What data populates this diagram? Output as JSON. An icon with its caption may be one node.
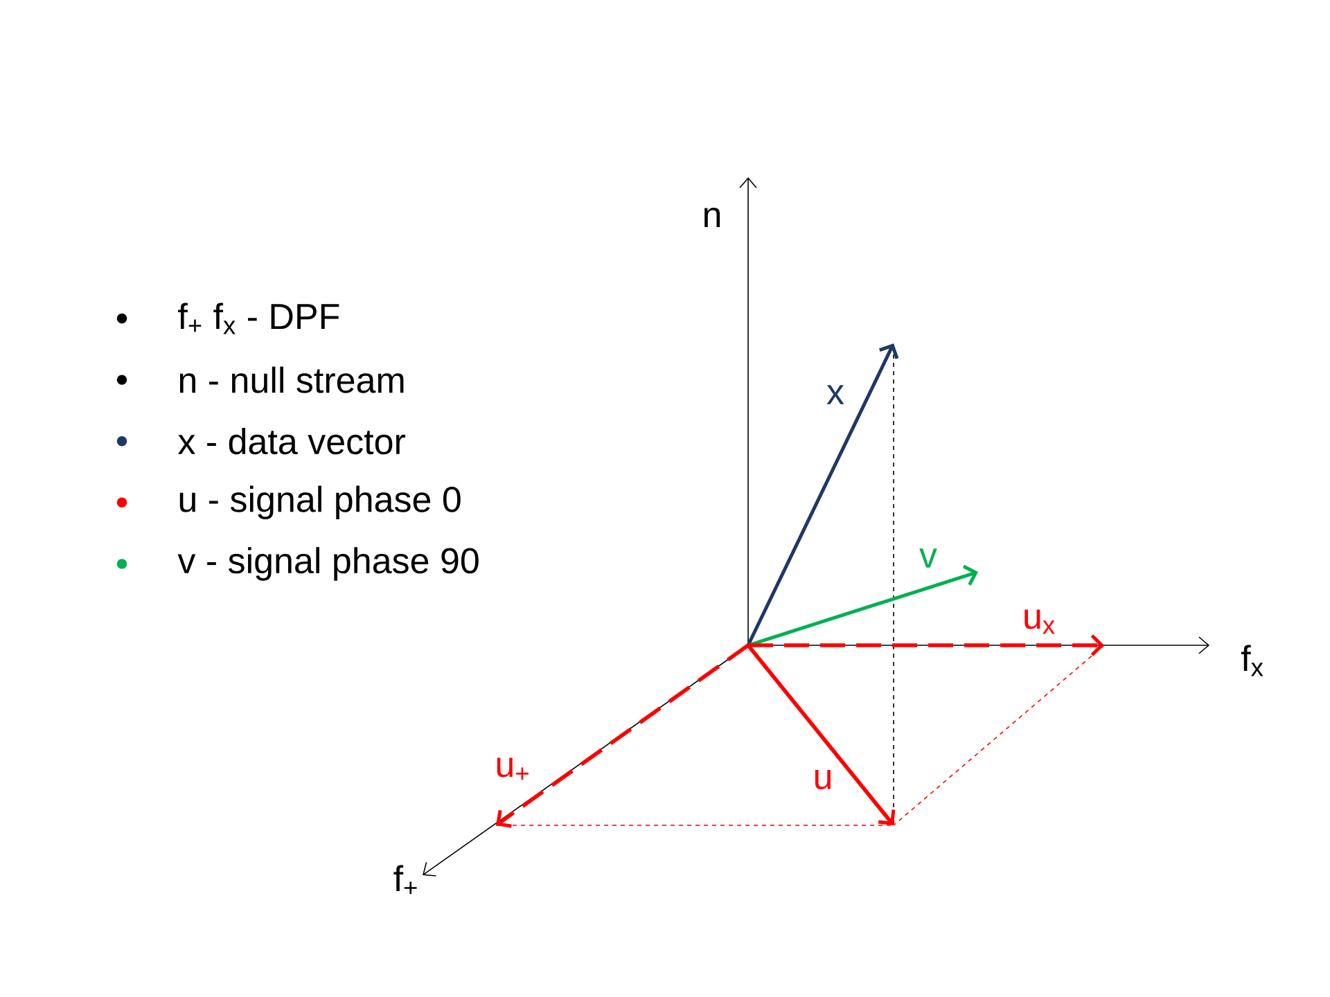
{
  "diagram": {
    "labels": [
      "n",
      "x",
      "v",
      "u$_{x}$",
      "f$_{x}$",
      "u$_{+}$",
      "u",
      "f$_{+}$"
    ],
    "legend": [
      {
        "text": "f$_{+}$ f$_{x}$ - DPF",
        "color": "#000000"
      },
      {
        "text": "n - null stream",
        "color": "#000000"
      },
      {
        "text": "x - data vector",
        "color": "#1f3864"
      },
      {
        "text": "u - signal phase 0",
        "color": "#ff0000"
      },
      {
        "text": "v - signal phase 90",
        "color": "#00b050"
      }
    ]
  }
}
